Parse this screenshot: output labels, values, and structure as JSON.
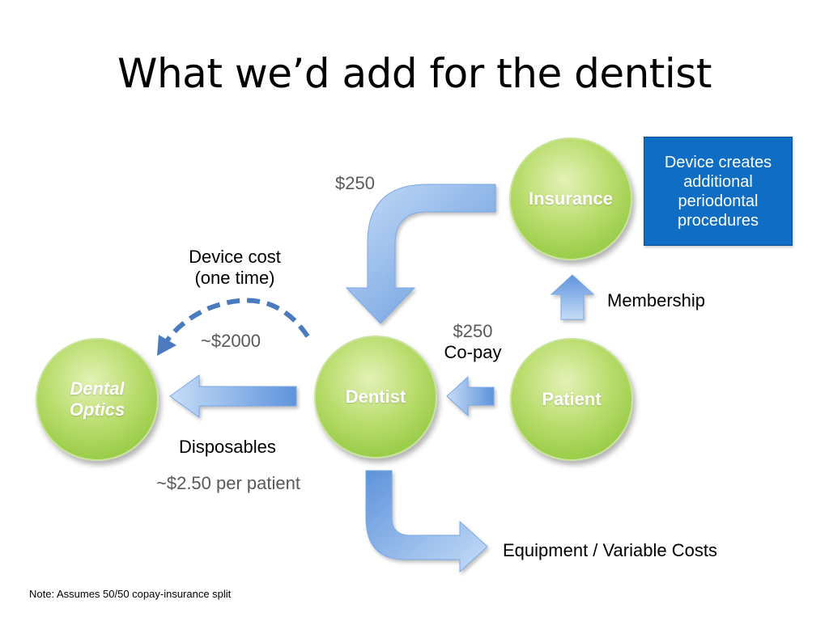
{
  "slide": {
    "title": "What we’d add for the dentist",
    "note": "Note: Assumes 50/50 copay-insurance split"
  },
  "nodes": {
    "insurance": "Insurance",
    "dentist": "Dentist",
    "patient": "Patient",
    "optics_line1": "Dental",
    "optics_line2": "Optics"
  },
  "callout": {
    "text": "Device creates additional periodontal procedures"
  },
  "labels": {
    "insurance_amount": "$250",
    "device_cost_line1": "Device cost",
    "device_cost_line2": "(one time)",
    "device_amount": "~$2000",
    "copay_amount": "$250",
    "copay_label": "Co-pay",
    "membership": "Membership",
    "disposables": "Disposables",
    "disposables_amount": "~$2.50 per patient",
    "equipment": "Equipment / Variable Costs"
  },
  "colors": {
    "arrow_light": "#c5dcf6",
    "arrow_dark": "#5a8fdb",
    "dashed_arrow": "#4a7bbf",
    "node_green": "#9ccd50",
    "callout_blue": "#0f6dc4"
  }
}
